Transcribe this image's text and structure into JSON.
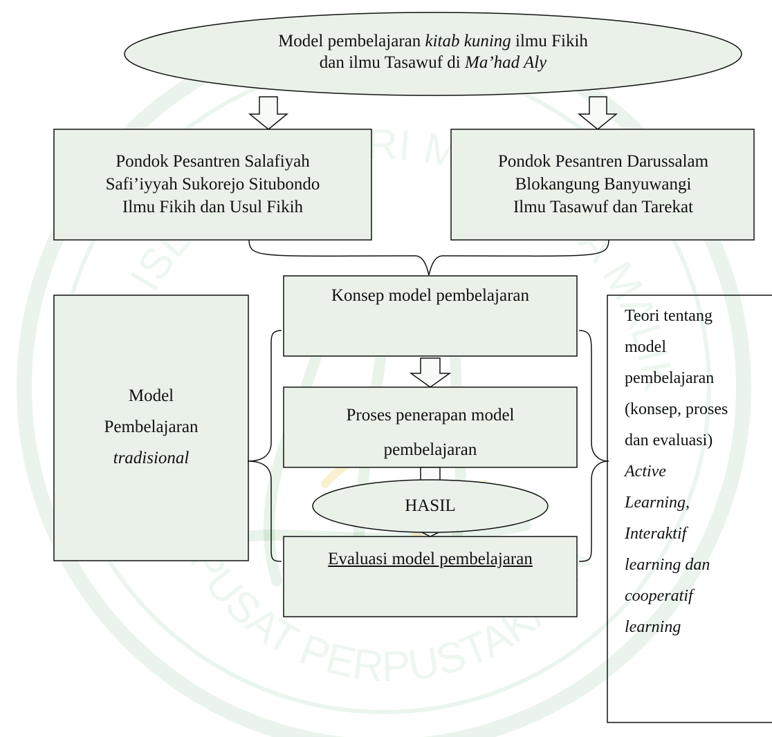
{
  "top": {
    "prefix": "Model pembelajaran ",
    "italic1": "kitab kuning",
    "suffix1": " ilmu Fikih",
    "line2_prefix": "dan ilmu Tasawuf di ",
    "italic2": "Ma’had Aly"
  },
  "left_box": {
    "lines": [
      "Pondok Pesantren Salafiyah",
      "Safi’iyyah Sukorejo Situbondo",
      "Ilmu Fikih dan Usul Fikih"
    ]
  },
  "right_box": {
    "lines": [
      "Pondok Pesantren Darussalam",
      "Blokangung Banyuwangi",
      "Ilmu Tasawuf dan Tarekat"
    ]
  },
  "konsep": "Konsep model pembelajaran",
  "proses": {
    "lines": [
      "Proses penerapan model",
      "pembelajaran"
    ]
  },
  "hasil": "HASIL",
  "evaluasi": "Evaluasi model pembelajaran",
  "traditional": {
    "line1": "Model",
    "line2": "Pembelajaran",
    "line3": "tradisional"
  },
  "theory": {
    "lines": [
      "Teori tentang",
      "model",
      "pembelajaran",
      "(konsep, proses",
      "dan evaluasi)"
    ],
    "italic_lines": [
      "Active",
      "Learning,",
      "Interaktif",
      "learning dan",
      "cooperatif",
      "learning"
    ]
  },
  "watermark": {
    "text_top": "UNIVERSITAS ISLAM NEGERI MAULANA MALIK IBRAHIM",
    "text_bottom": "PUSAT PERPUSTAKAAN",
    "color": "#3e9a55",
    "accent": "#f0d77a"
  },
  "colors": {
    "box_fill": "#e9f1e9",
    "stroke": "#111111"
  }
}
